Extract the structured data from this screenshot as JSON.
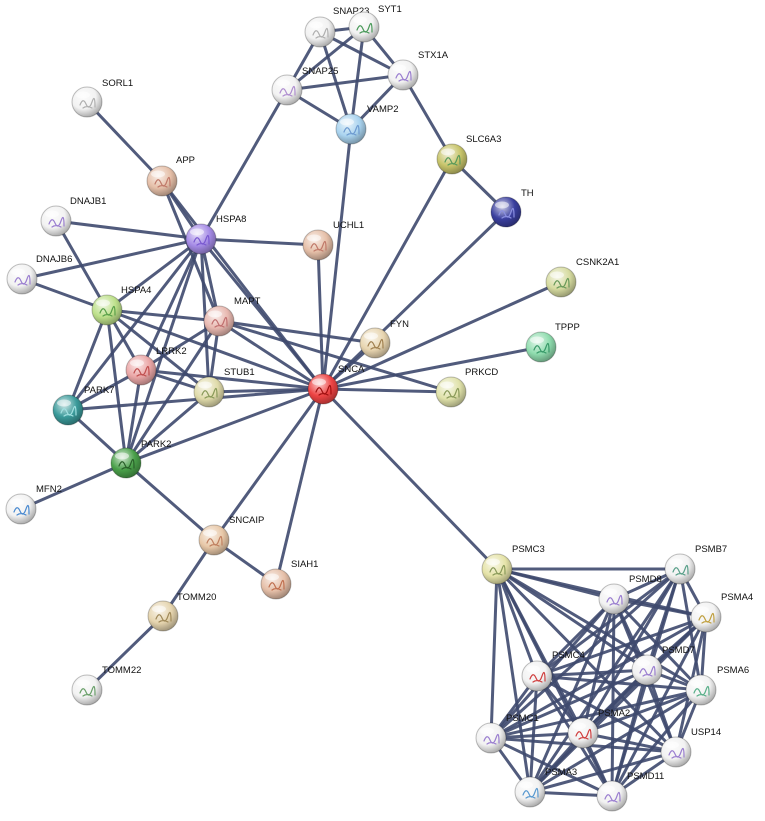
{
  "network": {
    "nodes": [
      {
        "id": "SNAP23",
        "label": "SNAP23",
        "color": "#f2f2f2",
        "accent": "#b0b0b0"
      },
      {
        "id": "SYT1",
        "label": "SYT1",
        "color": "#f2f2f2",
        "accent": "#4a9a5a"
      },
      {
        "id": "STX1A",
        "label": "STX1A",
        "color": "#f2f2f2",
        "accent": "#9b7fd0"
      },
      {
        "id": "SNAP25",
        "label": "SNAP25",
        "color": "#f2f2f2",
        "accent": "#b08fd0"
      },
      {
        "id": "VAMP2",
        "label": "VAMP2",
        "color": "#a9d3ef",
        "accent": "#6e9bd0"
      },
      {
        "id": "SORL1",
        "label": "SORL1",
        "color": "#f2f2f2",
        "accent": "#b0b0b0"
      },
      {
        "id": "APP",
        "label": "APP",
        "color": "#e5bfa8",
        "accent": "#c07a6a"
      },
      {
        "id": "SLC6A3",
        "label": "SLC6A3",
        "color": "#c7c46a",
        "accent": "#5a9a5a"
      },
      {
        "id": "TH",
        "label": "TH",
        "color": "#3a3f9e",
        "accent": "#8a8fe0"
      },
      {
        "id": "DNAJB1",
        "label": "DNAJB1",
        "color": "#f2f2f2",
        "accent": "#9b7fd0"
      },
      {
        "id": "HSPA8",
        "label": "HSPA8",
        "color": "#a58be6",
        "accent": "#7a5ad0"
      },
      {
        "id": "UCHL1",
        "label": "UCHL1",
        "color": "#e5bfa8",
        "accent": "#c07a6a"
      },
      {
        "id": "CSNK2A1",
        "label": "CSNK2A1",
        "color": "#d6dba0",
        "accent": "#6a9a5a"
      },
      {
        "id": "DNAJB6",
        "label": "DNAJB6",
        "color": "#f2f2f2",
        "accent": "#9b7fd0"
      },
      {
        "id": "HSPA4",
        "label": "HSPA4",
        "color": "#bde08a",
        "accent": "#5aa04a"
      },
      {
        "id": "MAPT",
        "label": "MAPT",
        "color": "#e8b8b0",
        "accent": "#c07070"
      },
      {
        "id": "FYN",
        "label": "FYN",
        "color": "#e8d5b0",
        "accent": "#a08050"
      },
      {
        "id": "TPPP",
        "label": "TPPP",
        "color": "#8fdcae",
        "accent": "#3a9a6a"
      },
      {
        "id": "LRRK2",
        "label": "LRRK2",
        "color": "#eba7a7",
        "accent": "#c05050"
      },
      {
        "id": "STUB1",
        "label": "STUB1",
        "color": "#e0dbaa",
        "accent": "#8a9a5a"
      },
      {
        "id": "SNCA",
        "label": "SNCA",
        "color": "#ee4444",
        "accent": "#a01010"
      },
      {
        "id": "PRKCD",
        "label": "PRKCD",
        "color": "#e0e2aa",
        "accent": "#8a9a5a"
      },
      {
        "id": "PARK7",
        "label": "PARK7",
        "color": "#3a9a9a",
        "accent": "#a0e0e0"
      },
      {
        "id": "PARK2",
        "label": "PARK2",
        "color": "#4aa04a",
        "accent": "#2a602a"
      },
      {
        "id": "MFN2",
        "label": "MFN2",
        "color": "#f2f2f2",
        "accent": "#4a8ad0"
      },
      {
        "id": "SNCAIP",
        "label": "SNCAIP",
        "color": "#e8c8a8",
        "accent": "#c08060"
      },
      {
        "id": "SIAH1",
        "label": "SIAH1",
        "color": "#e5bfa8",
        "accent": "#c07050"
      },
      {
        "id": "TOMM20",
        "label": "TOMM20",
        "color": "#e5d4ae",
        "accent": "#a08a5a"
      },
      {
        "id": "TOMM22",
        "label": "TOMM22",
        "color": "#f2f2f2",
        "accent": "#6aa06a"
      },
      {
        "id": "PSMC3",
        "label": "PSMC3",
        "color": "#e5e3a8",
        "accent": "#8a9a5a"
      },
      {
        "id": "PSMB7",
        "label": "PSMB7",
        "color": "#f2f2f2",
        "accent": "#5aa08a"
      },
      {
        "id": "PSMD8",
        "label": "PSMD8",
        "color": "#f2f2f2",
        "accent": "#9b7fd0"
      },
      {
        "id": "PSMA4",
        "label": "PSMA4",
        "color": "#f2f2f2",
        "accent": "#c0a040"
      },
      {
        "id": "PSMC4",
        "label": "PSMC4",
        "color": "#f2f2f2",
        "accent": "#d04040"
      },
      {
        "id": "PSMD7",
        "label": "PSMD7",
        "color": "#f2f2f2",
        "accent": "#9b7fd0"
      },
      {
        "id": "PSMA6",
        "label": "PSMA6",
        "color": "#f2f2f2",
        "accent": "#5ab08a"
      },
      {
        "id": "PSMC1",
        "label": "PSMC1",
        "color": "#f2f2f2",
        "accent": "#9b7fd0"
      },
      {
        "id": "PSMA2",
        "label": "PSMA2",
        "color": "#f2f2f2",
        "accent": "#d04040"
      },
      {
        "id": "USP14",
        "label": "USP14",
        "color": "#f2f2f2",
        "accent": "#9b7fd0"
      },
      {
        "id": "PSMA3",
        "label": "PSMA3",
        "color": "#f2f2f2",
        "accent": "#5a9ad0"
      },
      {
        "id": "PSMD11",
        "label": "PSMD11",
        "color": "#f2f2f2",
        "accent": "#9b7fd0"
      }
    ],
    "edges": [
      [
        "SNAP23",
        "SYT1"
      ],
      [
        "SNAP23",
        "STX1A"
      ],
      [
        "SNAP23",
        "SNAP25"
      ],
      [
        "SNAP23",
        "VAMP2"
      ],
      [
        "SYT1",
        "STX1A"
      ],
      [
        "SYT1",
        "SNAP25"
      ],
      [
        "SYT1",
        "VAMP2"
      ],
      [
        "STX1A",
        "SNAP25"
      ],
      [
        "STX1A",
        "VAMP2"
      ],
      [
        "SNAP25",
        "VAMP2"
      ],
      [
        "STX1A",
        "SLC6A3"
      ],
      [
        "SNAP25",
        "HSPA8"
      ],
      [
        "VAMP2",
        "SNCA"
      ],
      [
        "SLC6A3",
        "TH"
      ],
      [
        "SLC6A3",
        "SNCA"
      ],
      [
        "TH",
        "SNCA"
      ],
      [
        "SORL1",
        "APP"
      ],
      [
        "APP",
        "HSPA8"
      ],
      [
        "APP",
        "MAPT"
      ],
      [
        "APP",
        "SNCA"
      ],
      [
        "DNAJB1",
        "HSPA8"
      ],
      [
        "DNAJB1",
        "HSPA4"
      ],
      [
        "DNAJB6",
        "HSPA8"
      ],
      [
        "DNAJB6",
        "HSPA4"
      ],
      [
        "HSPA8",
        "UCHL1"
      ],
      [
        "HSPA8",
        "HSPA4"
      ],
      [
        "HSPA8",
        "MAPT"
      ],
      [
        "HSPA8",
        "LRRK2"
      ],
      [
        "HSPA8",
        "STUB1"
      ],
      [
        "HSPA8",
        "SNCA"
      ],
      [
        "HSPA8",
        "PARK7"
      ],
      [
        "HSPA8",
        "PARK2"
      ],
      [
        "UCHL1",
        "SNCA"
      ],
      [
        "CSNK2A1",
        "SNCA"
      ],
      [
        "TPPP",
        "SNCA"
      ],
      [
        "PRKCD",
        "SNCA"
      ],
      [
        "FYN",
        "SNCA"
      ],
      [
        "FYN",
        "MAPT"
      ],
      [
        "HSPA4",
        "MAPT"
      ],
      [
        "HSPA4",
        "LRRK2"
      ],
      [
        "HSPA4",
        "STUB1"
      ],
      [
        "HSPA4",
        "SNCA"
      ],
      [
        "HSPA4",
        "PARK7"
      ],
      [
        "HSPA4",
        "PARK2"
      ],
      [
        "MAPT",
        "LRRK2"
      ],
      [
        "MAPT",
        "STUB1"
      ],
      [
        "MAPT",
        "SNCA"
      ],
      [
        "MAPT",
        "PARK2"
      ],
      [
        "MAPT",
        "PRKCD"
      ],
      [
        "LRRK2",
        "STUB1"
      ],
      [
        "LRRK2",
        "SNCA"
      ],
      [
        "LRRK2",
        "PARK2"
      ],
      [
        "LRRK2",
        "PARK7"
      ],
      [
        "STUB1",
        "SNCA"
      ],
      [
        "STUB1",
        "PARK2"
      ],
      [
        "PARK7",
        "SNCA"
      ],
      [
        "PARK7",
        "PARK2"
      ],
      [
        "PARK2",
        "SNCA"
      ],
      [
        "PARK2",
        "MFN2"
      ],
      [
        "PARK2",
        "SNCAIP"
      ],
      [
        "SNCAIP",
        "SNCA"
      ],
      [
        "SNCAIP",
        "SIAH1"
      ],
      [
        "SNCAIP",
        "TOMM20"
      ],
      [
        "SIAH1",
        "SNCA"
      ],
      [
        "TOMM20",
        "TOMM22"
      ],
      [
        "SNCA",
        "PSMC3"
      ],
      [
        "PSMC3",
        "PSMB7"
      ],
      [
        "PSMC3",
        "PSMD8"
      ],
      [
        "PSMC3",
        "PSMA4"
      ],
      [
        "PSMC3",
        "PSMC4"
      ],
      [
        "PSMC3",
        "PSMD7"
      ],
      [
        "PSMC3",
        "PSMA6"
      ],
      [
        "PSMC3",
        "PSMC1"
      ],
      [
        "PSMC3",
        "PSMA2"
      ],
      [
        "PSMC3",
        "USP14"
      ],
      [
        "PSMC3",
        "PSMA3"
      ],
      [
        "PSMC3",
        "PSMD11"
      ],
      [
        "PSMB7",
        "PSMD8"
      ],
      [
        "PSMB7",
        "PSMA4"
      ],
      [
        "PSMB7",
        "PSMC4"
      ],
      [
        "PSMB7",
        "PSMD7"
      ],
      [
        "PSMB7",
        "PSMA6"
      ],
      [
        "PSMB7",
        "PSMC1"
      ],
      [
        "PSMB7",
        "PSMA2"
      ],
      [
        "PSMB7",
        "PSMA3"
      ],
      [
        "PSMB7",
        "PSMD11"
      ],
      [
        "PSMD8",
        "PSMA4"
      ],
      [
        "PSMD8",
        "PSMC4"
      ],
      [
        "PSMD8",
        "PSMD7"
      ],
      [
        "PSMD8",
        "PSMA6"
      ],
      [
        "PSMD8",
        "PSMC1"
      ],
      [
        "PSMD8",
        "PSMA2"
      ],
      [
        "PSMD8",
        "USP14"
      ],
      [
        "PSMD8",
        "PSMA3"
      ],
      [
        "PSMD8",
        "PSMD11"
      ],
      [
        "PSMA4",
        "PSMC4"
      ],
      [
        "PSMA4",
        "PSMD7"
      ],
      [
        "PSMA4",
        "PSMA6"
      ],
      [
        "PSMA4",
        "PSMC1"
      ],
      [
        "PSMA4",
        "PSMA2"
      ],
      [
        "PSMA4",
        "USP14"
      ],
      [
        "PSMA4",
        "PSMA3"
      ],
      [
        "PSMA4",
        "PSMD11"
      ],
      [
        "PSMC4",
        "PSMD7"
      ],
      [
        "PSMC4",
        "PSMA6"
      ],
      [
        "PSMC4",
        "PSMC1"
      ],
      [
        "PSMC4",
        "PSMA2"
      ],
      [
        "PSMC4",
        "USP14"
      ],
      [
        "PSMC4",
        "PSMA3"
      ],
      [
        "PSMC4",
        "PSMD11"
      ],
      [
        "PSMD7",
        "PSMA6"
      ],
      [
        "PSMD7",
        "PSMC1"
      ],
      [
        "PSMD7",
        "PSMA2"
      ],
      [
        "PSMD7",
        "USP14"
      ],
      [
        "PSMD7",
        "PSMA3"
      ],
      [
        "PSMD7",
        "PSMD11"
      ],
      [
        "PSMA6",
        "PSMC1"
      ],
      [
        "PSMA6",
        "PSMA2"
      ],
      [
        "PSMA6",
        "USP14"
      ],
      [
        "PSMA6",
        "PSMA3"
      ],
      [
        "PSMA6",
        "PSMD11"
      ],
      [
        "PSMC1",
        "PSMA2"
      ],
      [
        "PSMC1",
        "USP14"
      ],
      [
        "PSMC1",
        "PSMA3"
      ],
      [
        "PSMC1",
        "PSMD11"
      ],
      [
        "PSMA2",
        "USP14"
      ],
      [
        "PSMA2",
        "PSMA3"
      ],
      [
        "PSMA2",
        "PSMD11"
      ],
      [
        "USP14",
        "PSMA3"
      ],
      [
        "USP14",
        "PSMD11"
      ],
      [
        "PSMA3",
        "PSMD11"
      ]
    ]
  }
}
